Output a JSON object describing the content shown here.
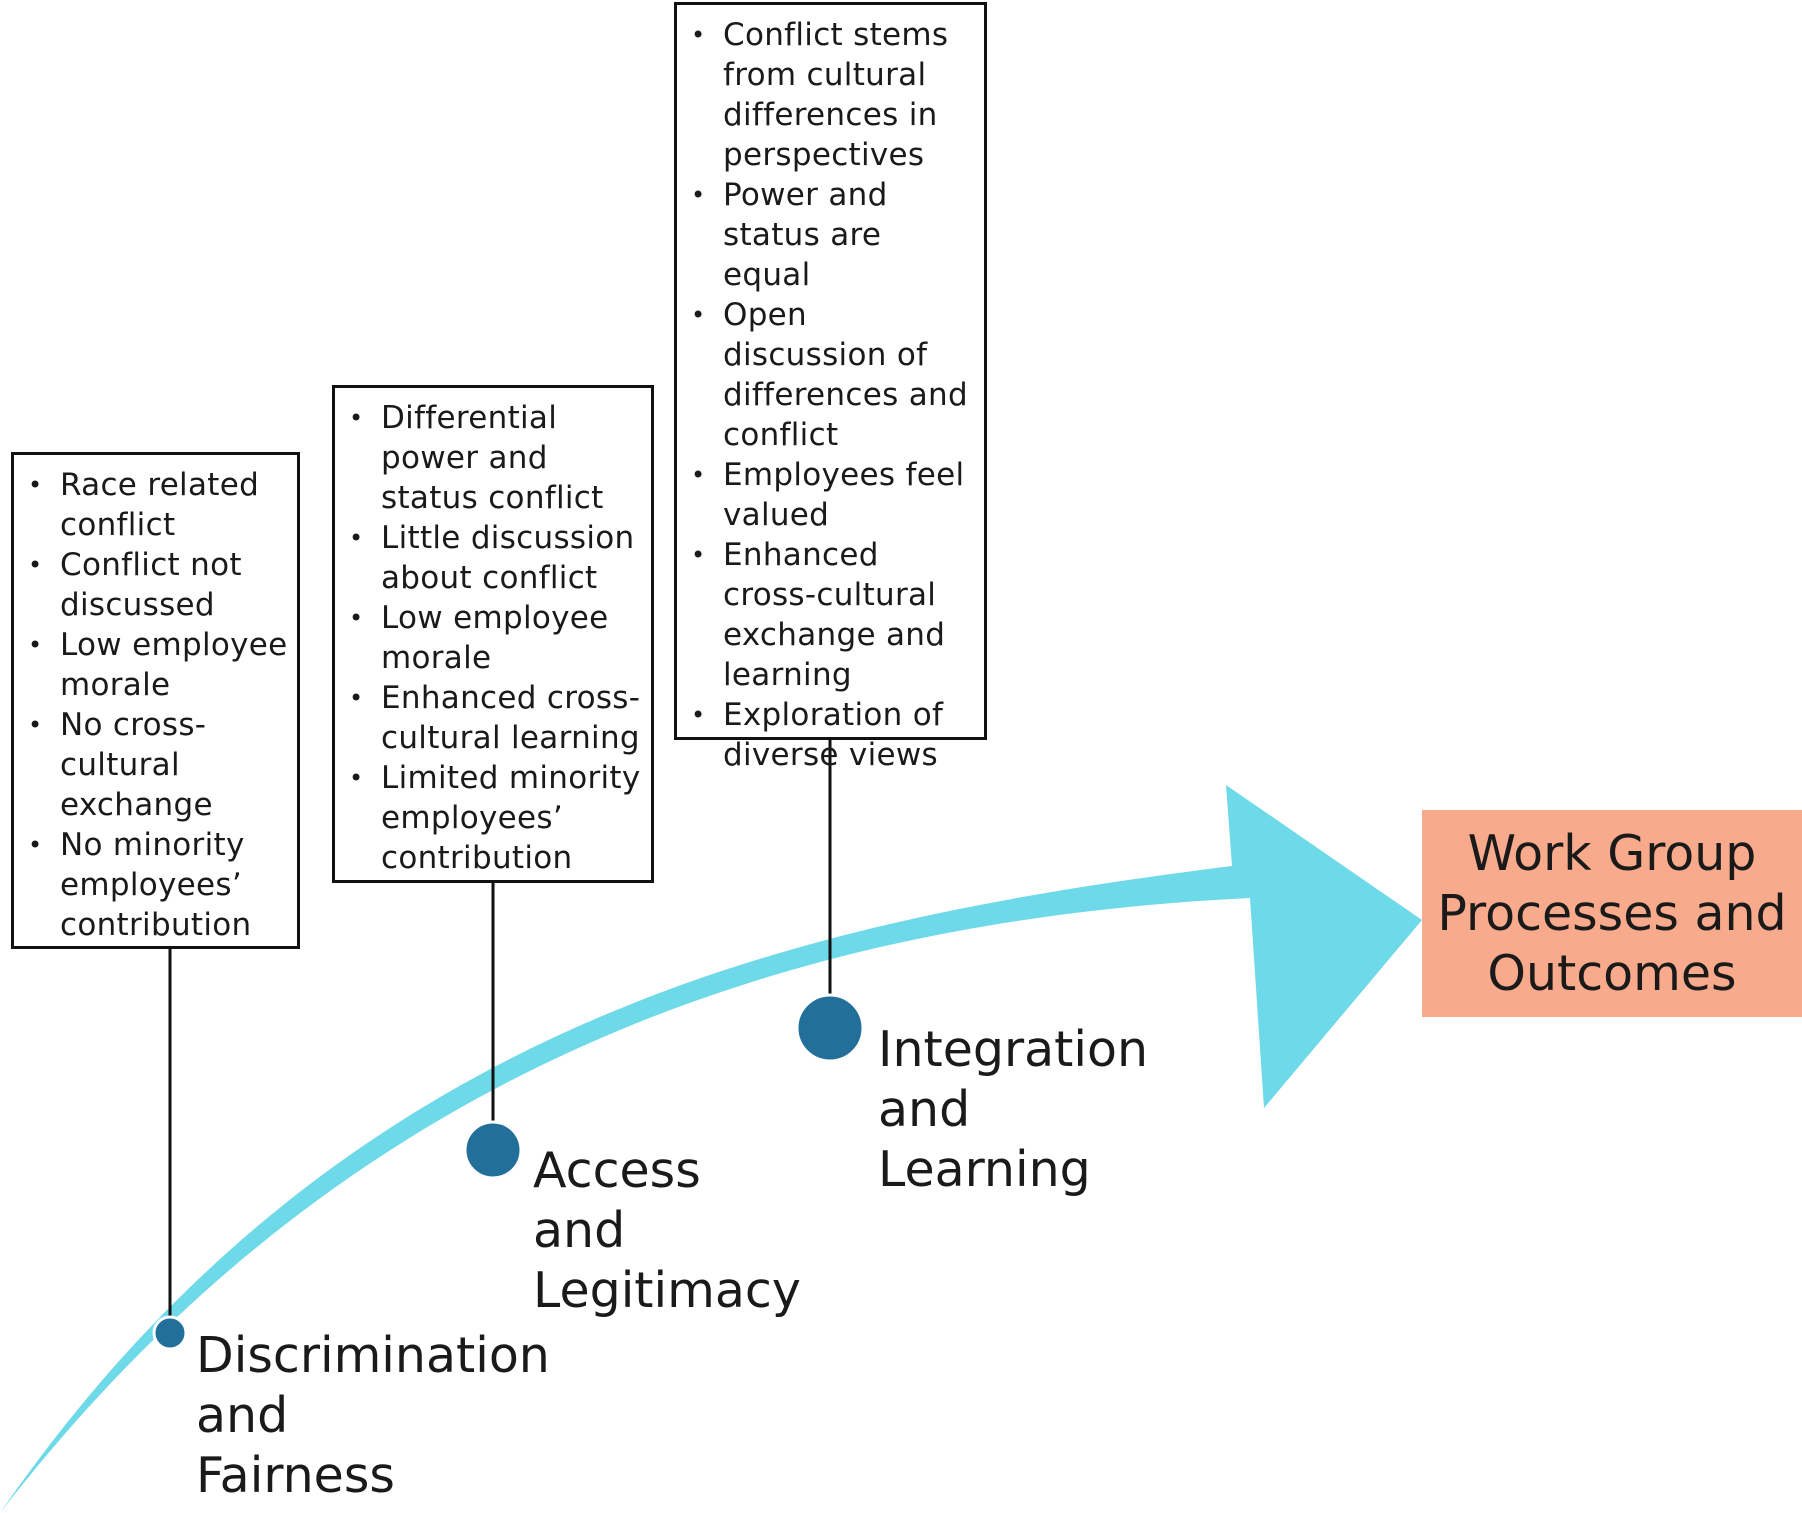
{
  "colors": {
    "arrow": "#6ed9e8",
    "node": "#226f9a",
    "connector": "#111111",
    "outcome_fill": "#f7aa8c"
  },
  "stages": [
    {
      "label": "Discrimination\nand\nFairness",
      "bullets": [
        "Race related conflict",
        "Conflict not discussed",
        "Low employee morale",
        "No cross-cultural exchange",
        "No minority employees’ contribution"
      ]
    },
    {
      "label": "Access\nand\nLegitimacy",
      "bullets": [
        "Differential power and status conflict",
        "Little discussion about conflict",
        "Low employee morale",
        "Enhanced cross-cultural learning",
        "Limited minority employees’ contribution"
      ]
    },
    {
      "label": "Integration\nand\nLearning",
      "bullets": [
        "Conflict stems from cultural differences in perspectives",
        "Power and status are equal",
        "Open discussion of differences and conflict",
        "Employees feel valued",
        "Enhanced cross-cultural exchange and learning",
        "Exploration of diverse views"
      ]
    }
  ],
  "outcome": {
    "label": "Work Group\nProcesses and\nOutcomes"
  }
}
